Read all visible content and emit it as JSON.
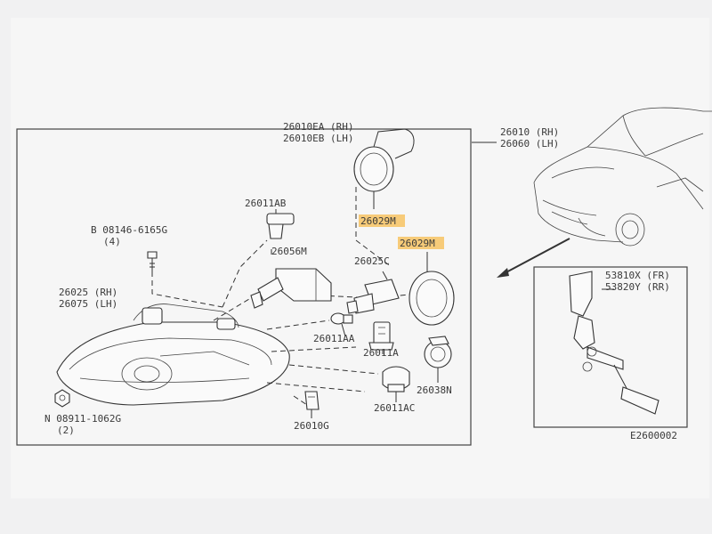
{
  "labels": {
    "bulb_holder_rh_lh": [
      "26010EA (RH)",
      "26010EB (LH)"
    ],
    "headlamp_rh_lh": [
      "26010 (RH)",
      "26060 (LH)"
    ],
    "socket_26011ab": "26011AB",
    "cap_26029m_1": "26029M",
    "cap_26029m_2": "26029M",
    "bolt": [
      "B 08146-6165G",
      "(4)"
    ],
    "motor_26056m": "26056M",
    "connector_26025c": "26025C",
    "housing_rh_lh": [
      "26025 (RH)",
      "26075 (LH)"
    ],
    "bulb_26011aa": "26011AA",
    "bulb_26011a": "26011A",
    "socket_26038n": "26038N",
    "bulb_26011ac": "26011AC",
    "clip_26010g": "26010G",
    "nut": [
      "N 08911-1062G",
      "(2)"
    ],
    "leveler": [
      "53810X (FR)",
      "53820Y (RR)"
    ],
    "diagram_code": "E2600002"
  },
  "colors": {
    "highlight": "#f7c66b",
    "line": "#333333",
    "paper": "#ffffff"
  }
}
